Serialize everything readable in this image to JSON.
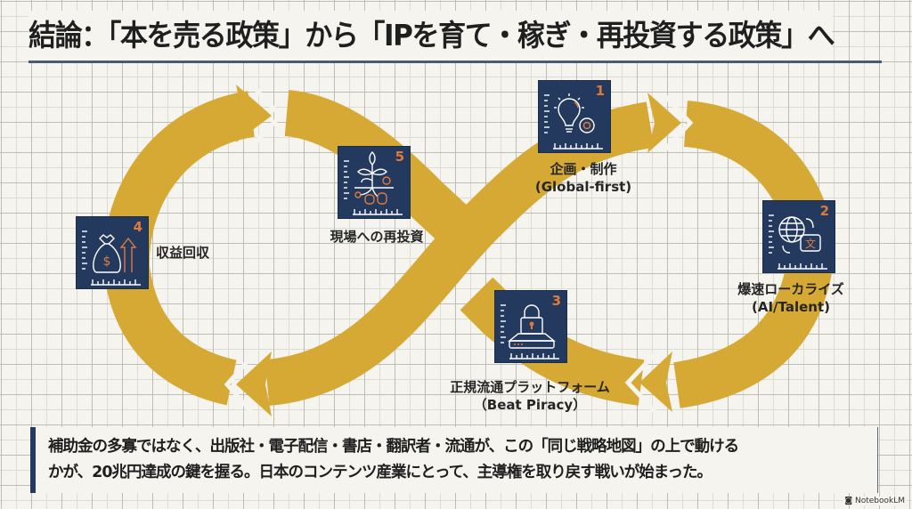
{
  "title": "結論：「本を売る政策」から「IPを育て・稼ぎ・再投資する政策」へ",
  "colors": {
    "arrow": "#d6a935",
    "card_bg": "#233a5e",
    "accent": "#e07a3b",
    "icon_line": "#ffffff",
    "rule": "#4b5a6e"
  },
  "steps": [
    {
      "number": "1",
      "icon": "lightbulb-gear-icon",
      "label_line1": "企画・制作",
      "label_line2": "(Global-first)"
    },
    {
      "number": "2",
      "icon": "globe-translate-icon",
      "label_line1": "爆速ローカライズ",
      "label_line2": "(AI/Talent)"
    },
    {
      "number": "3",
      "icon": "padlock-platform-icon",
      "label_line1": "正規流通プラットフォーム",
      "label_line2": "（Beat Piracy）"
    },
    {
      "number": "4",
      "icon": "money-bag-up-arrow-icon",
      "label_line1": "収益回収",
      "label_line2": ""
    },
    {
      "number": "5",
      "icon": "plant-coins-icon",
      "label_line1": "現場への再投資",
      "label_line2": ""
    }
  ],
  "summary": {
    "line1": "補助金の多寡ではなく、出版社・電子配信・書店・翻訳者・流通が、この「同じ戦略地図」の上で動ける",
    "line2": "かが、20兆円達成の鍵を握る。日本のコンテンツ産業にとって、主導権を取り戻す戦いが始まった。"
  },
  "watermark": "NotebookLM"
}
